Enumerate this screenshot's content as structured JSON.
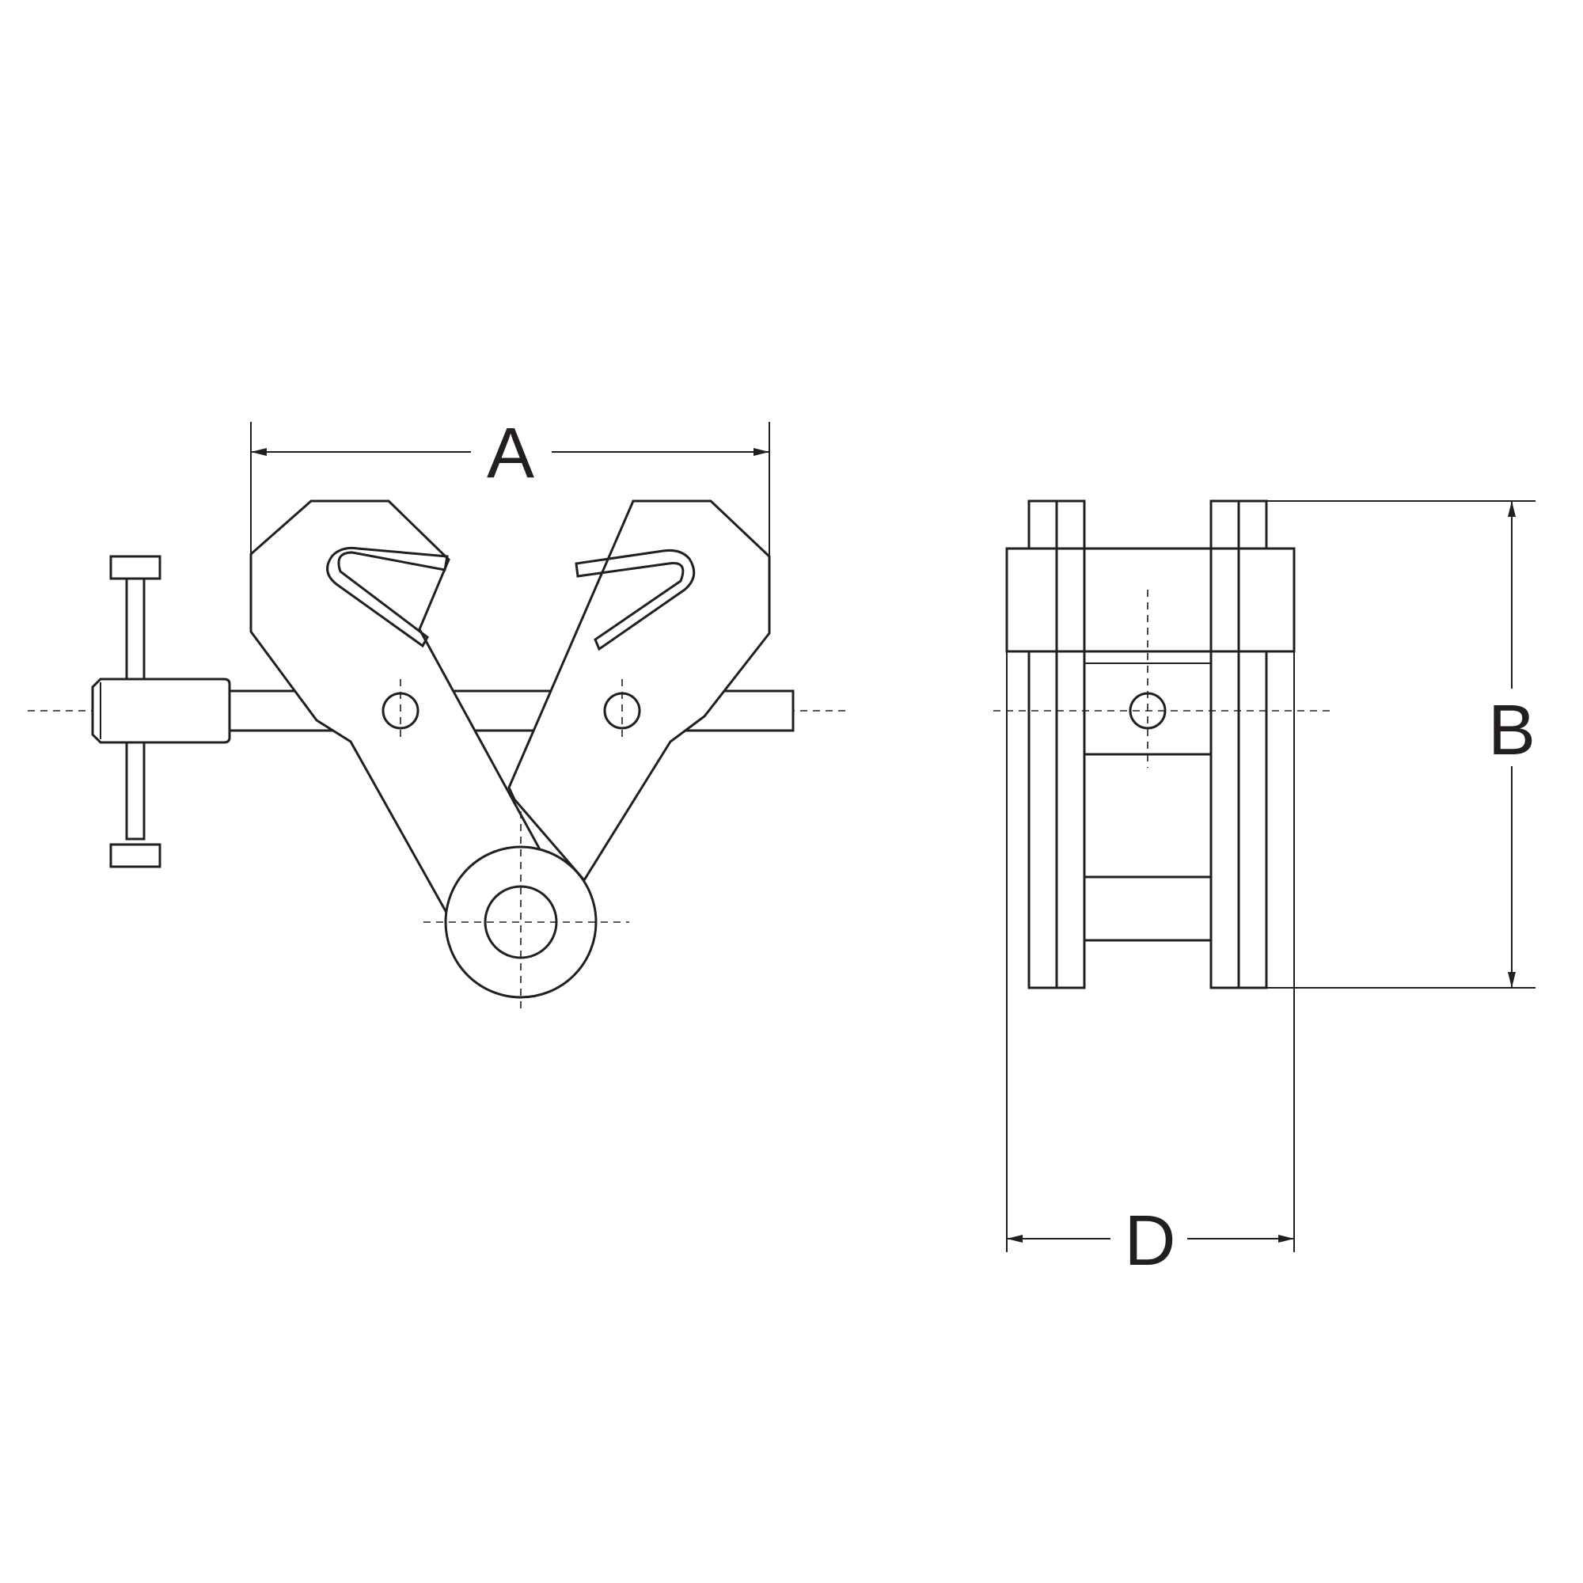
{
  "diagram": {
    "dimension_labels": {
      "width": "A",
      "height": "B",
      "depth": "D"
    },
    "line_color": "#231f20",
    "background_color": "#ffffff"
  }
}
